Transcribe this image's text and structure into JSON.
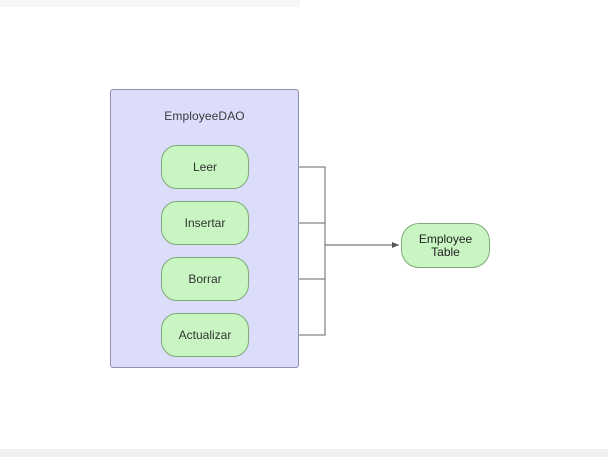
{
  "diagram": {
    "container": {
      "title": "EmployeeDAO"
    },
    "operations": [
      {
        "label": "Leer"
      },
      {
        "label": "Insertar"
      },
      {
        "label": "Borrar"
      },
      {
        "label": "Actualizar"
      }
    ],
    "target": {
      "line1": "Employee",
      "line2": "Table"
    },
    "colors": {
      "container_fill": "#dcdcfb",
      "node_fill": "#c9f5c3",
      "line": "#666666"
    }
  }
}
